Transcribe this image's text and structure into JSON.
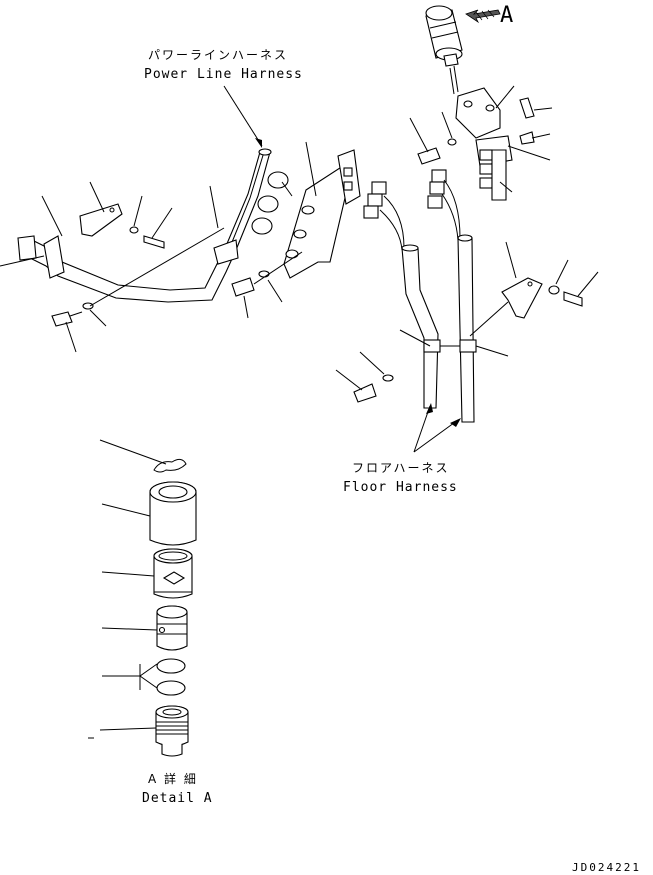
{
  "labels": {
    "power_line_harness_jp": "パワーラインハーネス",
    "power_line_harness_en": "Power Line Harness",
    "floor_harness_jp": "フロアハーネス",
    "floor_harness_en": "Floor Harness",
    "view_marker": "A",
    "detail_jp": "A 詳 細",
    "detail_en": "Detail A",
    "drawing_number": "JD024221"
  }
}
